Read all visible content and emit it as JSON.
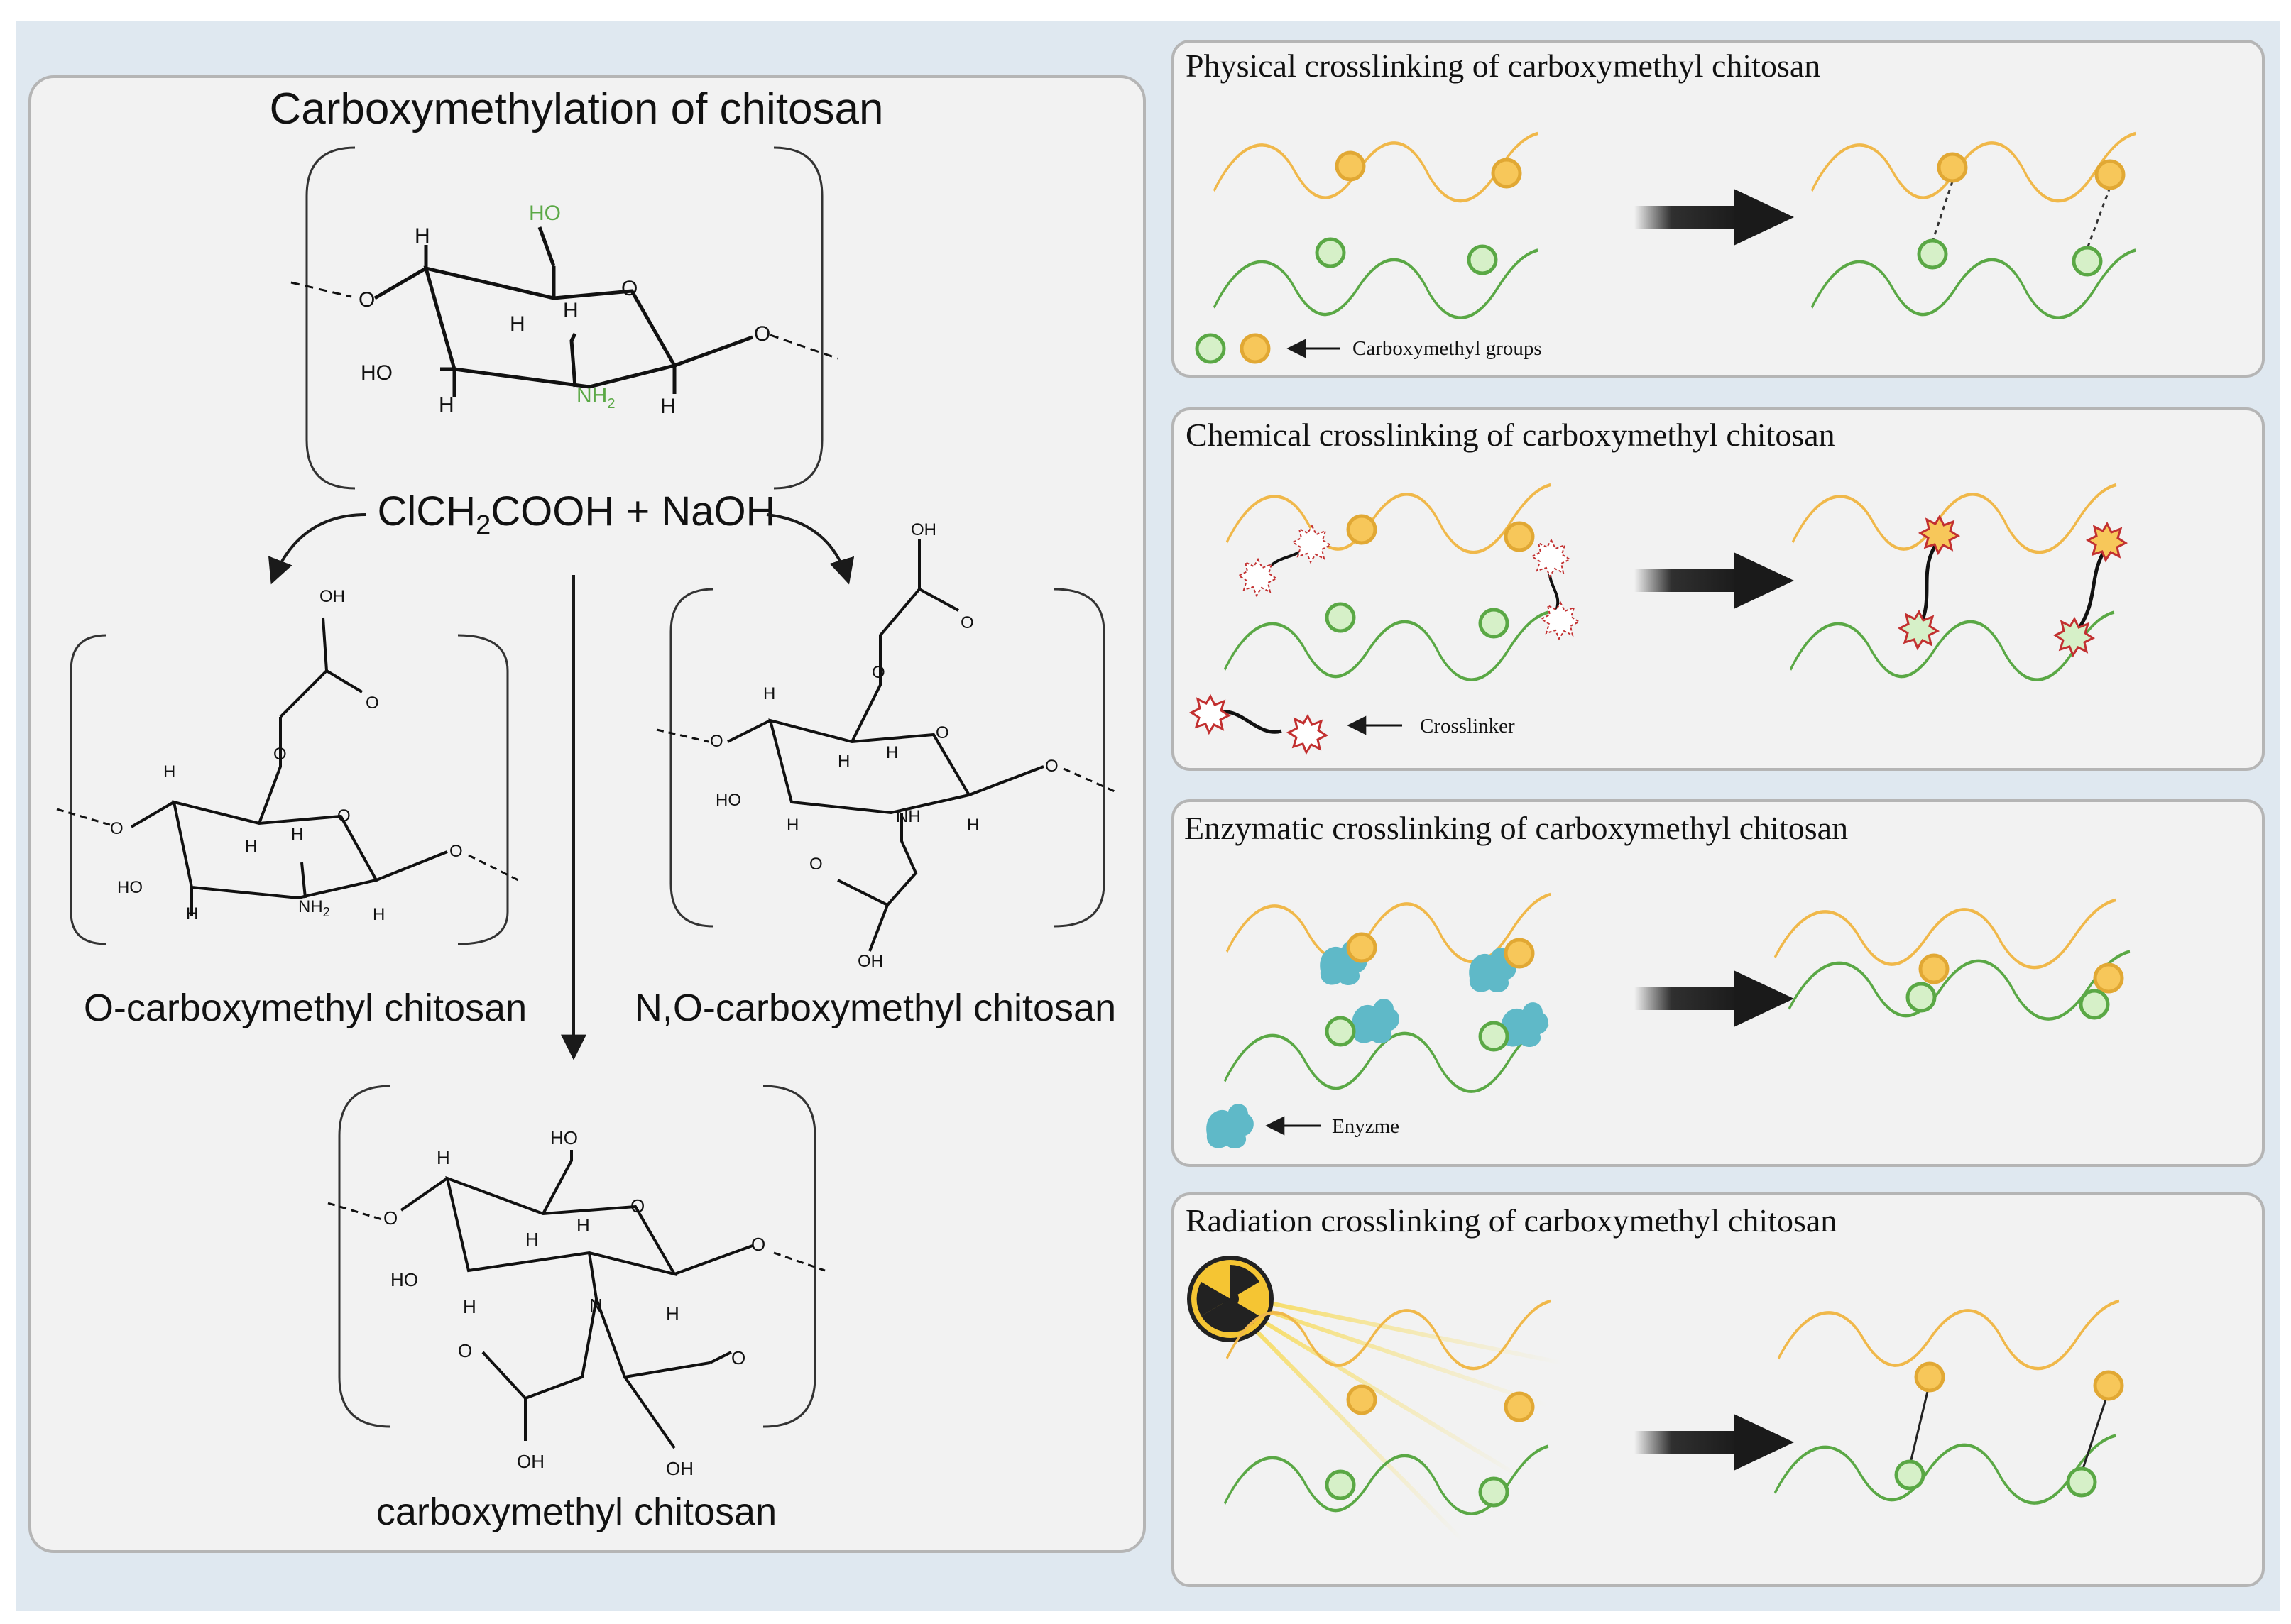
{
  "left": {
    "title": "Carboxymethylation of chitosan",
    "reagents": {
      "pre": "ClCH",
      "sub": "2",
      "post": "COOH + NaOH"
    },
    "products": {
      "o": "O-carboxymethyl chitosan",
      "no": "N,O-carboxymethyl chitosan",
      "n": "carboxymethyl chitosan"
    },
    "atoms": {
      "h": "H",
      "o": "O",
      "ho": "HO",
      "oh": "OH",
      "nh": "NH",
      "n": "N",
      "nh2": {
        "base": "NH",
        "sub": "2"
      }
    }
  },
  "panels": [
    {
      "title": "Physical crosslinking of carboxymethyl chitosan",
      "legend": "Carboxymethyl groups"
    },
    {
      "title": "Chemical crosslinking of carboxymethyl chitosan",
      "legend": "Crosslinker"
    },
    {
      "title": "Enzymatic crosslinking of carboxymethyl chitosan",
      "legend": "Enyzme"
    },
    {
      "title": "Radiation crosslinking of carboxymethyl chitosan",
      "legend": ""
    }
  ],
  "colors": {
    "background": "#dfe8f0",
    "panel": "#f2f2f2",
    "panel_border": "#b5b5b5",
    "orange_chain": "#f0b84a",
    "orange_group": "#f7c75a",
    "green_chain": "#5aa845",
    "green_group": "#d6f0c8",
    "enzyme": "#5fb9c8",
    "crosslinker_star": "#c23030",
    "arrow": "#1a1a1a",
    "accent_green_text": "#5aa845"
  },
  "icons": [
    "radiation-icon",
    "enzyme-icon",
    "crosslinker-icon",
    "block-arrow-icon"
  ]
}
